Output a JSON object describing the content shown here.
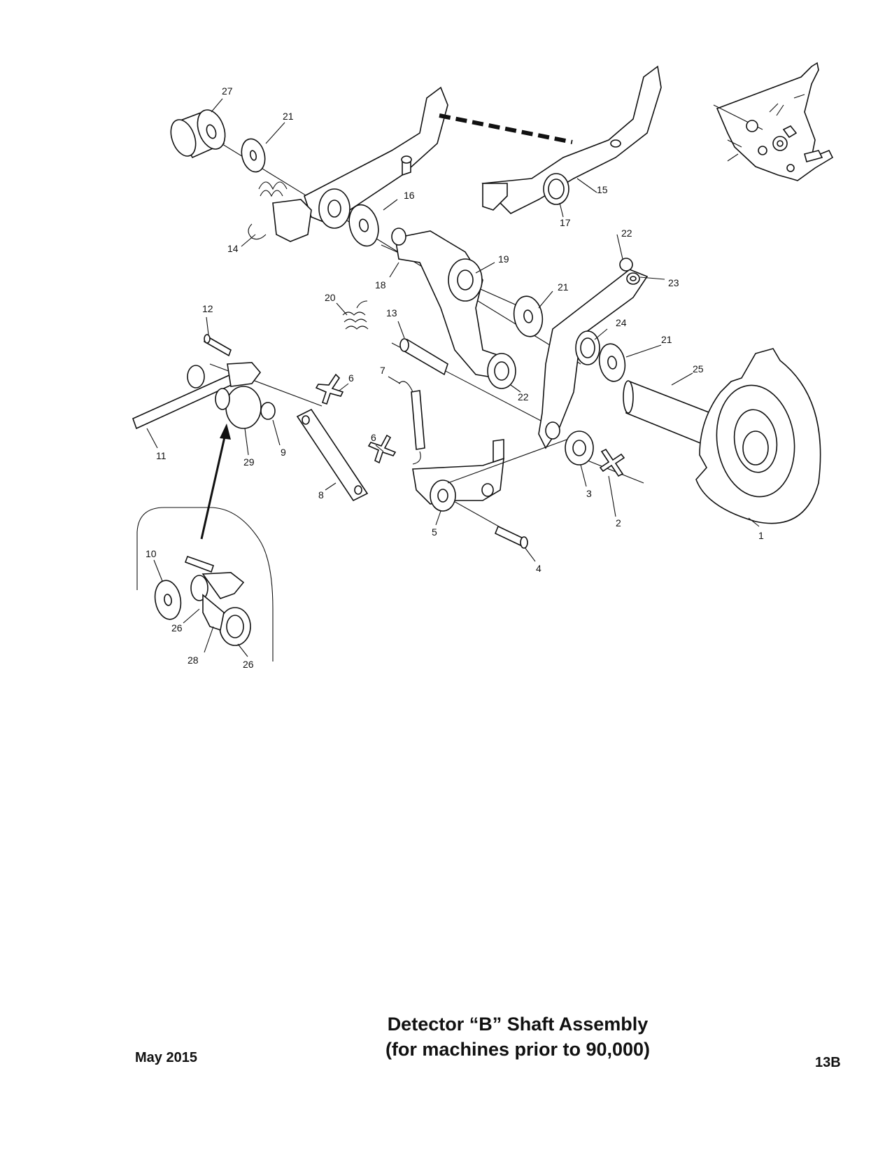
{
  "diagram": {
    "part_labels": [
      "1",
      "2",
      "3",
      "4",
      "5",
      "6",
      "6",
      "7",
      "8",
      "9",
      "10",
      "11",
      "12",
      "13",
      "14",
      "15",
      "16",
      "17",
      "18",
      "19",
      "20",
      "21",
      "21",
      "21",
      "22",
      "22",
      "23",
      "24",
      "25",
      "26",
      "26",
      "27",
      "28",
      "29"
    ]
  },
  "caption": {
    "title": "Detector “B” Shaft Assembly",
    "subtitle": "(for machines prior to 90,000)"
  },
  "footer": {
    "date": "May 2015",
    "page": "13B"
  }
}
